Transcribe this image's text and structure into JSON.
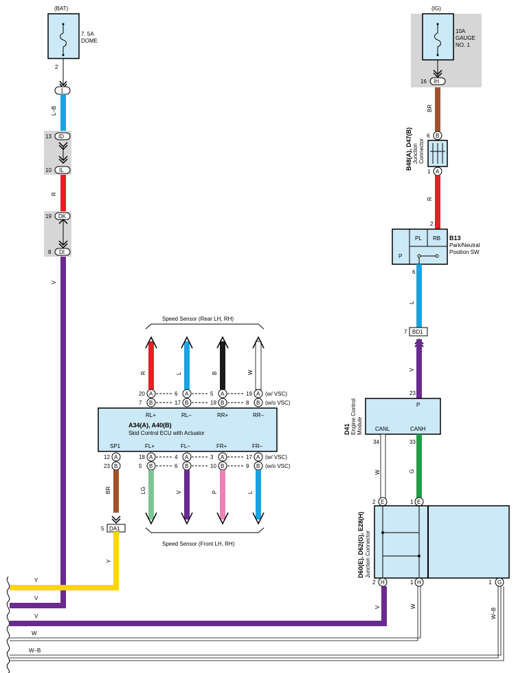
{
  "power": {
    "bat_label": "(BAT)",
    "dome_fuse": "7. 5A",
    "dome_name": "DOME",
    "dome_pin": "2",
    "ig_label": "(IG)",
    "gauge_fuse": "10A",
    "gauge_name1": "GAUGE",
    "gauge_name2": "NO. 1",
    "gauge_pin": "16",
    "gauge_conn": "IH"
  },
  "left_chain": {
    "c1_conn": "1",
    "wire_lb": "L–B",
    "id_pin": "13",
    "id_conn": "ID",
    "il_pin": "10",
    "il_conn": "IL",
    "wire_r": "R",
    "dk_pin": "19",
    "dk_conn": "DK",
    "di_pin": "8",
    "di_conn": "DI",
    "wire_v": "V"
  },
  "right_chain": {
    "wire_br": "BR",
    "jc_top_pin": "6",
    "jc_top_conn": "B",
    "jc_bot_pin": "1",
    "jc_bot_conn": "A",
    "jc_code": "B48(A), D47(B)",
    "jc_name1": "Junction",
    "jc_name2": "Connector",
    "wire_r": "R",
    "b13_pin_in": "2",
    "b13_code": "B13",
    "b13_name1": "Park/Neutral",
    "b13_name2": "Position SW",
    "b13_pl": "PL",
    "b13_rb": "RB",
    "b13_p": "P",
    "b13_pin_out": "6",
    "wire_l": "L",
    "bd1_pin": "7",
    "bd1_conn": "BD1",
    "wire_v": "V",
    "ecm_pin_p": "23",
    "ecm_p": "P",
    "ecm_code": "D41",
    "ecm_name1": "Engine Control",
    "ecm_name2": "Module",
    "ecm_canl": "CANL",
    "ecm_canh": "CANH",
    "pin_34": "34",
    "pin_33": "33",
    "wire_w": "W",
    "wire_g": "G"
  },
  "skid": {
    "rear_title": "Speed Sensor (Rear LH,  RH)",
    "front_title": "Speed Sensor (Front LH,  RH)",
    "code": "A34(A), A40(B)",
    "name": "Skid Control ECU with Actuator",
    "top_terms": [
      "RL+",
      "RL–",
      "RR+",
      "RR–"
    ],
    "bottom_terms": [
      "SP1",
      "FL+",
      "FL–",
      "FR+",
      "FR–"
    ],
    "rear_wires": [
      "R",
      "L",
      "B",
      "W"
    ],
    "front_wires": [
      "BR",
      "LG",
      "V",
      "P",
      "L"
    ],
    "top_a_pins": [
      "20",
      "6",
      "5",
      "19"
    ],
    "top_b_pins": [
      "7",
      "17",
      "19",
      "8"
    ],
    "bot_a_pins": [
      "12",
      "18",
      "4",
      "3",
      "17"
    ],
    "bot_b_pins": [
      "23",
      "5",
      "6",
      "10",
      "9"
    ],
    "conn_a": "A",
    "conn_b": "B",
    "with_vsc": "(w/ VSC)",
    "without_vsc": "(w/o VSC)",
    "da1_pin": "5",
    "da1_conn": "DA1",
    "wire_y": "Y"
  },
  "junction": {
    "code": "D60(E), D62(G), E28(H)",
    "name": "Junction Connector",
    "e_pin2": "2",
    "e_pin1": "1",
    "e_conn": "E",
    "h_pin2": "2",
    "h_pin1": "1",
    "h_conn": "H",
    "g_pin1": "1",
    "g_conn": "G",
    "wire_v": "V",
    "wire_w": "W",
    "wire_wb": "W–B"
  },
  "bottom_bus": {
    "labels": [
      "Y",
      "V",
      "V",
      "W",
      "W–B"
    ]
  },
  "colors": {
    "blue": "#1aa3e0",
    "red": "#e81e28",
    "purple": "#6a2b8f",
    "brown": "#a0522d",
    "yellow": "#ffd600",
    "green": "#1f9e48",
    "lightgreen": "#7dc595",
    "pink": "#ec82b8",
    "black": "#1a1a1a",
    "box": "#cce9f7",
    "gray": "#d6d6d6"
  }
}
